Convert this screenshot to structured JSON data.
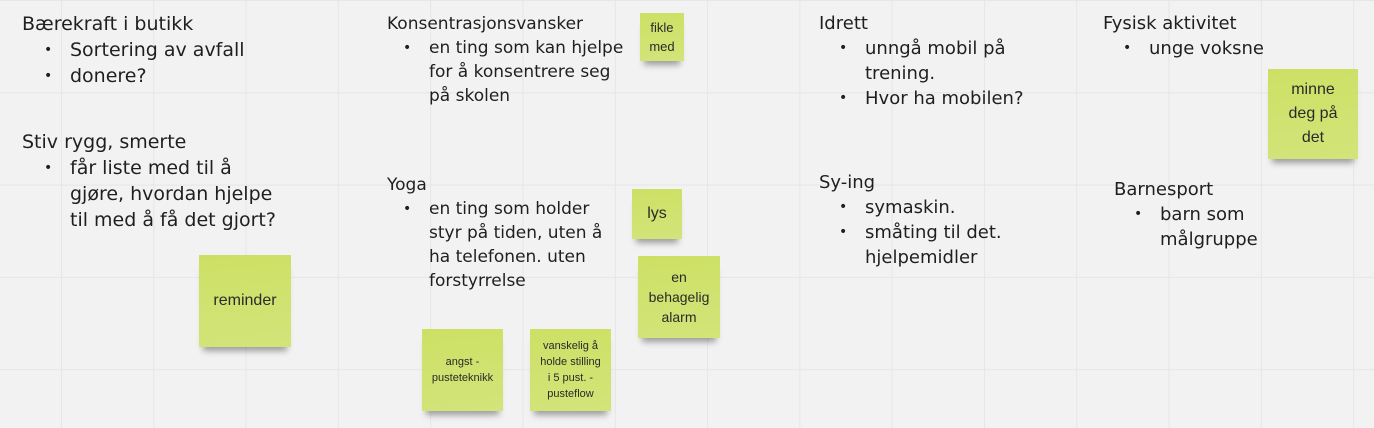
{
  "board": {
    "background_color": "#f2f2f2",
    "grid_color": "#e6e6e6",
    "sticky_color": "#d0e26e",
    "text_blocks": [
      {
        "heading": "Bærekraft i butikk",
        "bullets": [
          "Sortering av avfall",
          "donere?"
        ]
      },
      {
        "heading": "Stiv rygg, smerte",
        "bullets": [
          "får liste med til å gjøre, hvordan hjelpe til med å få det gjort?"
        ]
      },
      {
        "heading": "Konsentrasjonsvansker",
        "bullets": [
          "en ting som kan hjelpe for å konsentrere seg på skolen"
        ]
      },
      {
        "heading": "Yoga",
        "bullets": [
          "en ting som holder styr på tiden, uten å ha telefonen. uten forstyrrelse"
        ]
      },
      {
        "heading": "Idrett",
        "bullets": [
          "unngå mobil på trening.",
          "Hvor ha mobilen?"
        ]
      },
      {
        "heading": "Sy-ing",
        "bullets": [
          "symaskin.",
          "småting til det. hjelpemidler"
        ]
      },
      {
        "heading": "Fysisk aktivitet",
        "bullets": [
          "unge voksne"
        ]
      },
      {
        "heading": "Barnesport",
        "bullets": [
          "barn som målgruppe"
        ]
      }
    ],
    "sticky_notes": [
      {
        "text": "reminder"
      },
      {
        "text": "fikle\nmed"
      },
      {
        "text": "lys"
      },
      {
        "text": "en\nbehagelig\nalarm"
      },
      {
        "text": "angst -\npusteteknikk"
      },
      {
        "text": "vanskelig å\nholde stilling\ni 5 pust. -\npusteflow"
      },
      {
        "text": "minne\ndeg på\ndet"
      }
    ]
  }
}
